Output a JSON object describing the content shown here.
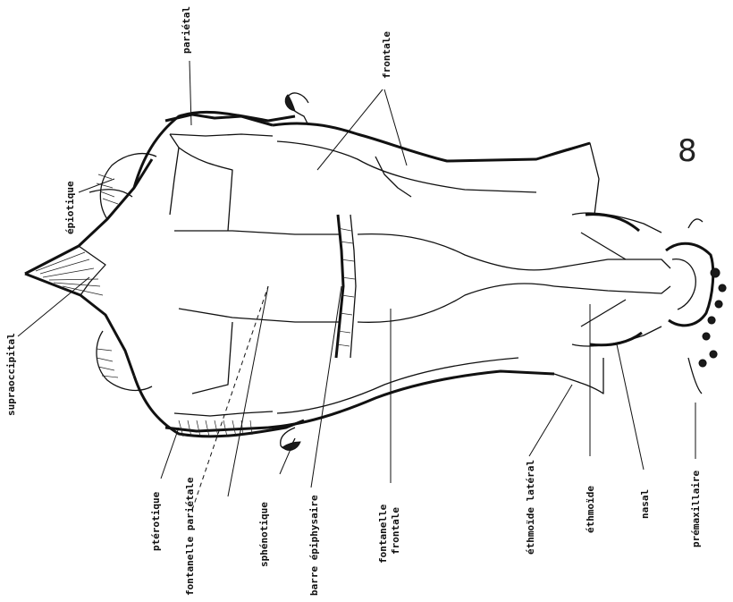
{
  "figure_number": "8",
  "labels": {
    "parietal": "pariétal",
    "frontale": "frontale",
    "epiotique": "épiotique",
    "supraoccipital": "supraoccipital",
    "pterotique": "ptérotique",
    "fontanelle_parietale": "fontanelle pariétale",
    "sphenotique": "sphénotique",
    "barre_epiphysaire": "barre épiphysaire",
    "fontanelle_frontale_1": "fontanelle",
    "fontanelle_frontale_2": "frontale",
    "ethmoide_lateral": "éthmoïde latéral",
    "ethmoide": "éthmoïde",
    "nasal": "nasal",
    "premaxillaire": "prémaxillaire"
  }
}
